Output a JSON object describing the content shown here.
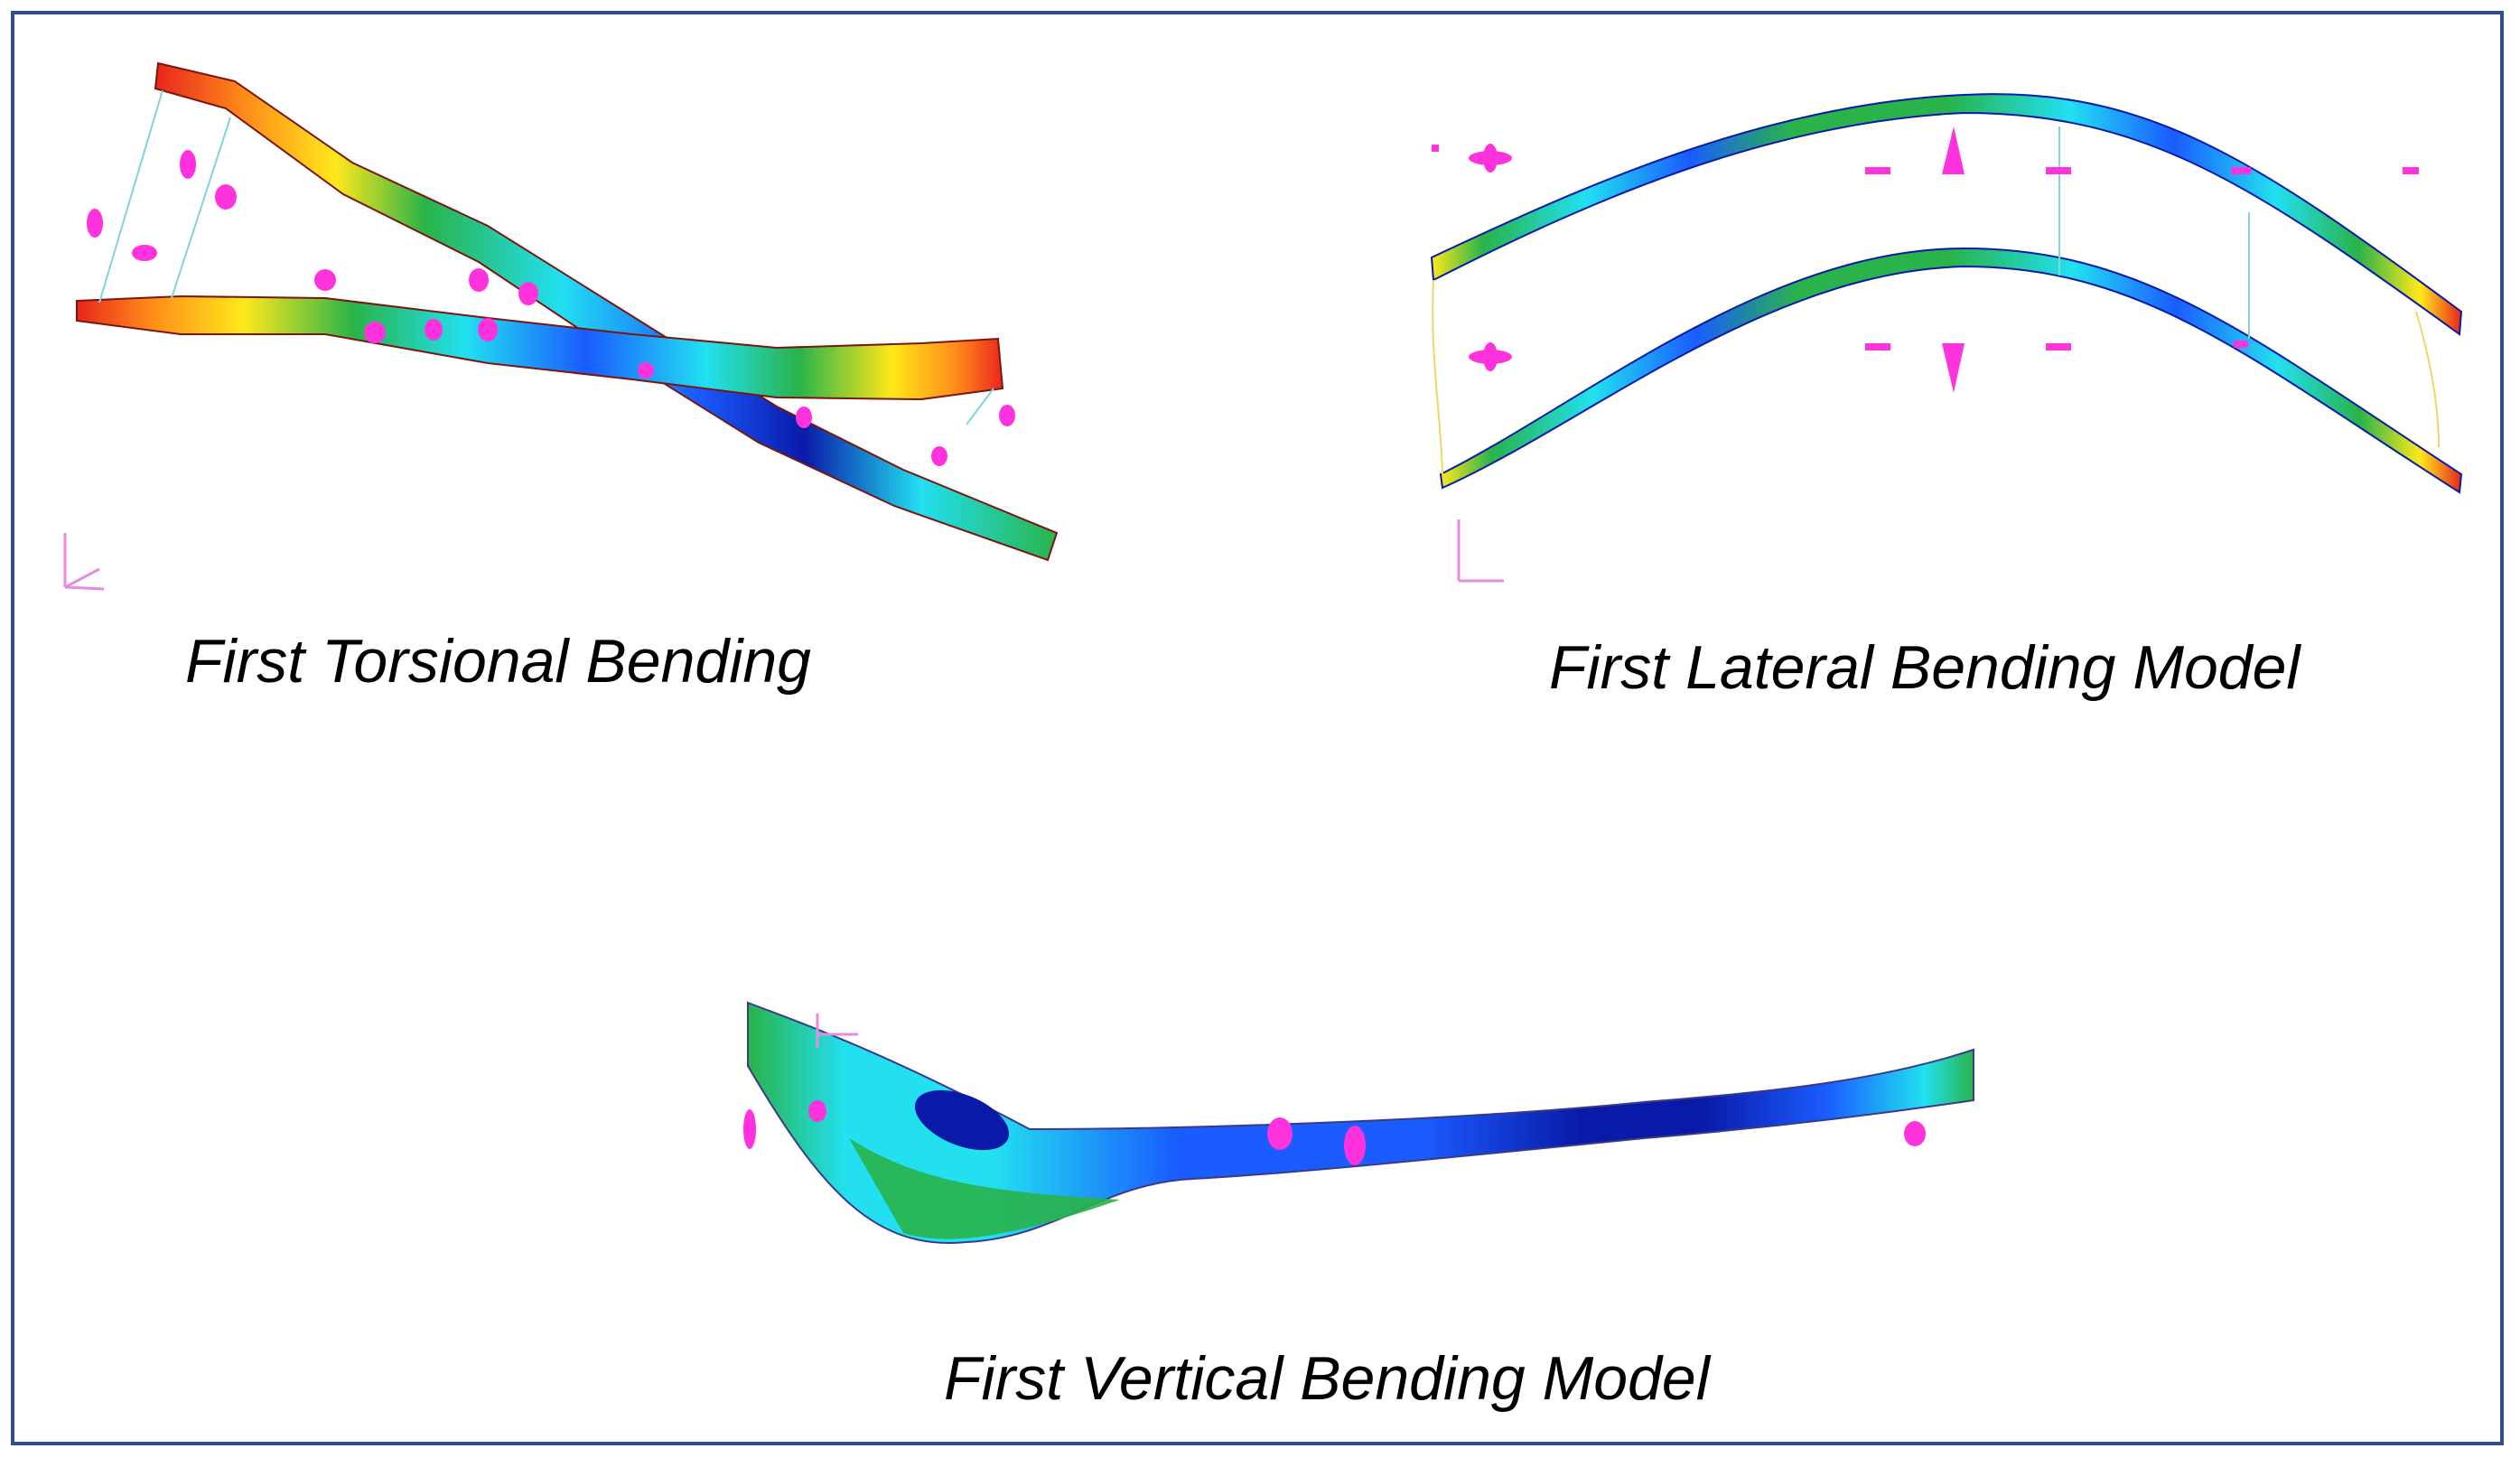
{
  "captions": {
    "torsional": "First Torsional Bending",
    "lateral": "First Lateral Bending Model",
    "vertical": "First Vertical Bending Model"
  },
  "colors": {
    "frame_border": "#2e4d8a",
    "constraint_marker": "#ff33dd",
    "contour_red": "#e8261c",
    "contour_orange": "#ff8c1a",
    "contour_yellow": "#ffe81a",
    "contour_green": "#29b34a",
    "contour_cyan": "#22e0f0",
    "contour_blue": "#1a5cff",
    "contour_navy": "#0a1aa8"
  },
  "icons": [
    "axis-triad-icon",
    "constraint-marker-icon"
  ]
}
